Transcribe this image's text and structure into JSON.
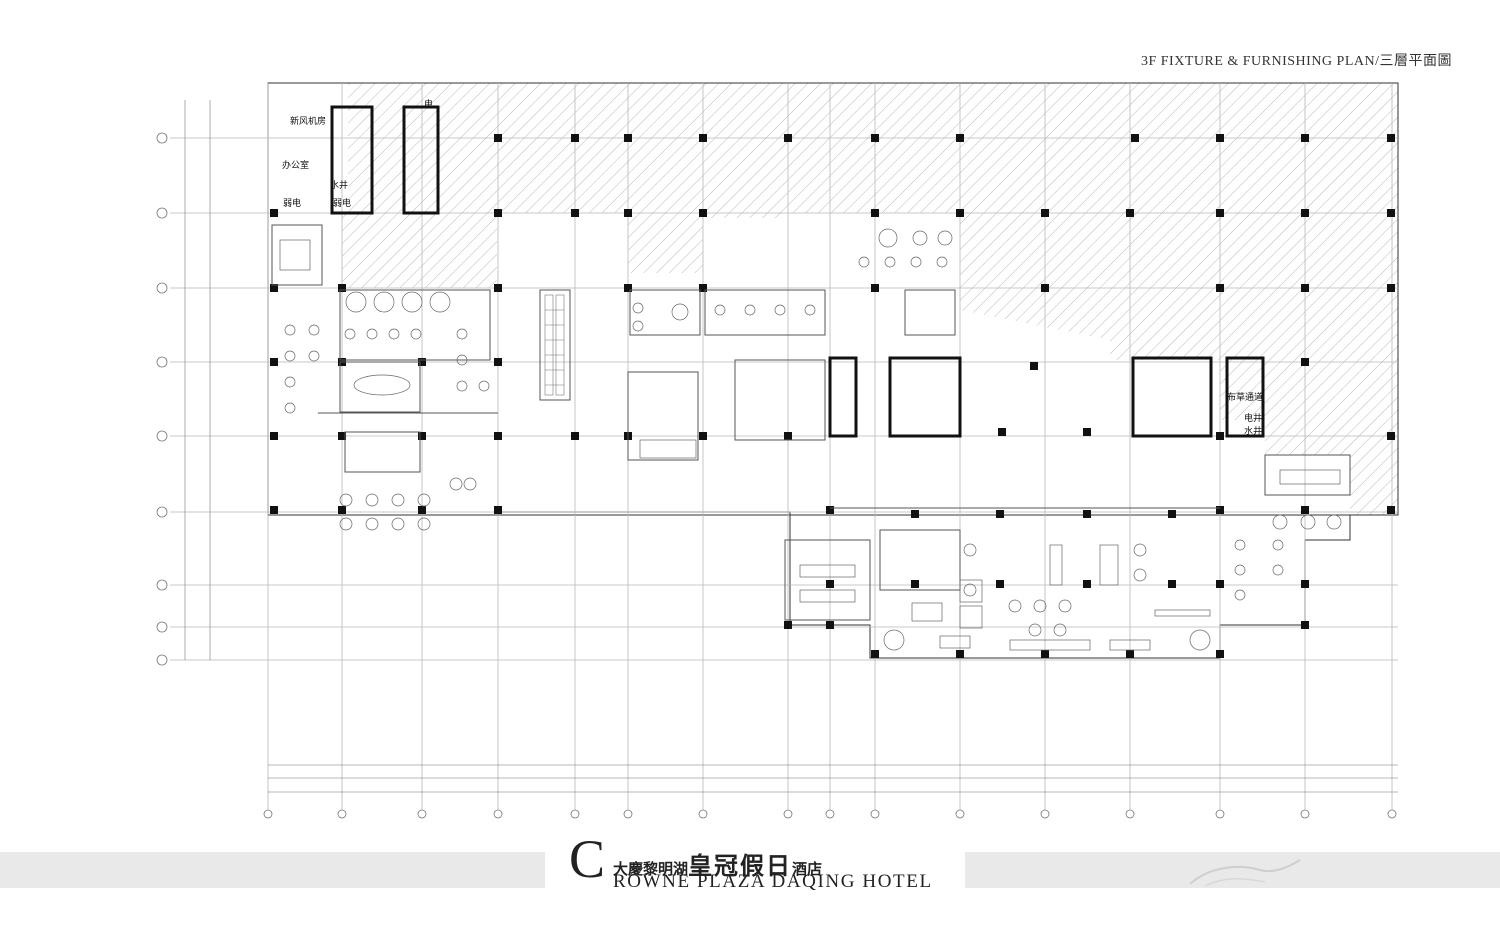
{
  "sheet_title": "3F FIXTURE & FURNISHING PLAN/三層平面圖",
  "rooms": {
    "fresh_air_room": "新风机房",
    "office": "办公室",
    "water_shaft_left": "水井",
    "weak_current_left": "弱电",
    "electric_top": "电",
    "weak_current_mid": "弱电",
    "fabric_shaft": "布草通道",
    "electric_right": "电井",
    "water_shaft_right": "水井"
  },
  "brand": {
    "initial": "C",
    "cn_prefix": "大慶黎明湖",
    "cn_main": "皇冠假日",
    "cn_suffix": "酒店",
    "en_rest": "ROWNE PLAZA DAQING HOTEL"
  },
  "colors": {
    "hatch": "#9a9a9a",
    "wall": "#111111",
    "grid_line": "#b0b0b0",
    "band": "#e9e9e9"
  }
}
